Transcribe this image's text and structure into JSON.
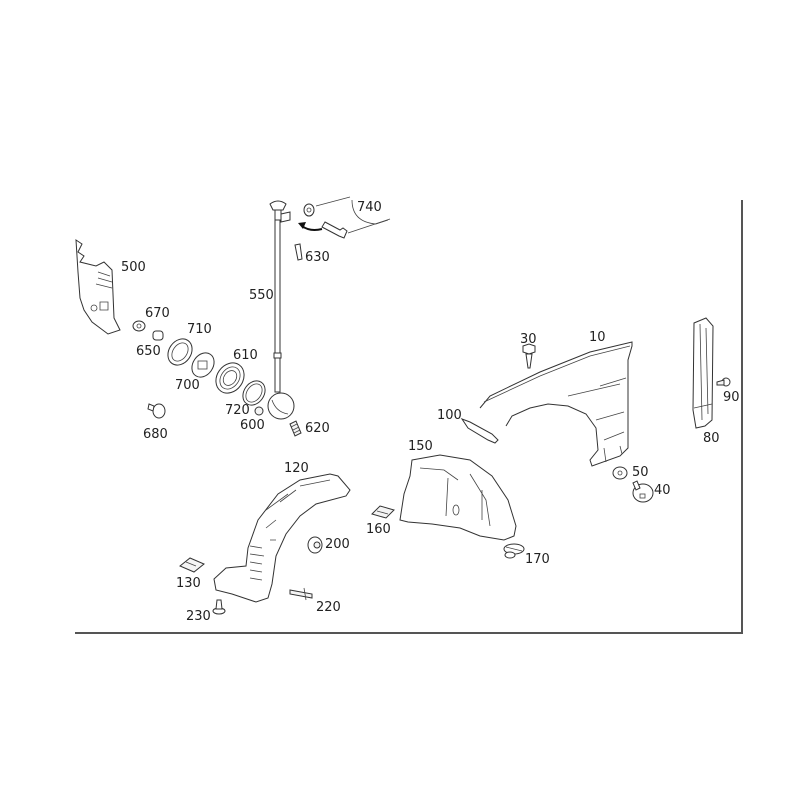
{
  "diagram": {
    "type": "exploded parts diagram",
    "subject": "front fender, wheel arch liners and hood support rod assembly",
    "callouts": [
      {
        "id": "p10",
        "label": "10"
      },
      {
        "id": "p30",
        "label": "30"
      },
      {
        "id": "p40",
        "label": "40"
      },
      {
        "id": "p50",
        "label": "50"
      },
      {
        "id": "p80",
        "label": "80"
      },
      {
        "id": "p90",
        "label": "90"
      },
      {
        "id": "p100",
        "label": "100"
      },
      {
        "id": "p120",
        "label": "120"
      },
      {
        "id": "p130",
        "label": "130"
      },
      {
        "id": "p150",
        "label": "150"
      },
      {
        "id": "p160",
        "label": "160"
      },
      {
        "id": "p170",
        "label": "170"
      },
      {
        "id": "p200",
        "label": "200"
      },
      {
        "id": "p220",
        "label": "220"
      },
      {
        "id": "p230",
        "label": "230"
      },
      {
        "id": "p500",
        "label": "500"
      },
      {
        "id": "p550",
        "label": "550"
      },
      {
        "id": "p600",
        "label": "600"
      },
      {
        "id": "p610",
        "label": "610"
      },
      {
        "id": "p620",
        "label": "620"
      },
      {
        "id": "p630",
        "label": "630"
      },
      {
        "id": "p650",
        "label": "650"
      },
      {
        "id": "p670",
        "label": "670"
      },
      {
        "id": "p680",
        "label": "680"
      },
      {
        "id": "p700",
        "label": "700"
      },
      {
        "id": "p710",
        "label": "710"
      },
      {
        "id": "p720",
        "label": "720"
      },
      {
        "id": "p740",
        "label": "740"
      }
    ]
  }
}
